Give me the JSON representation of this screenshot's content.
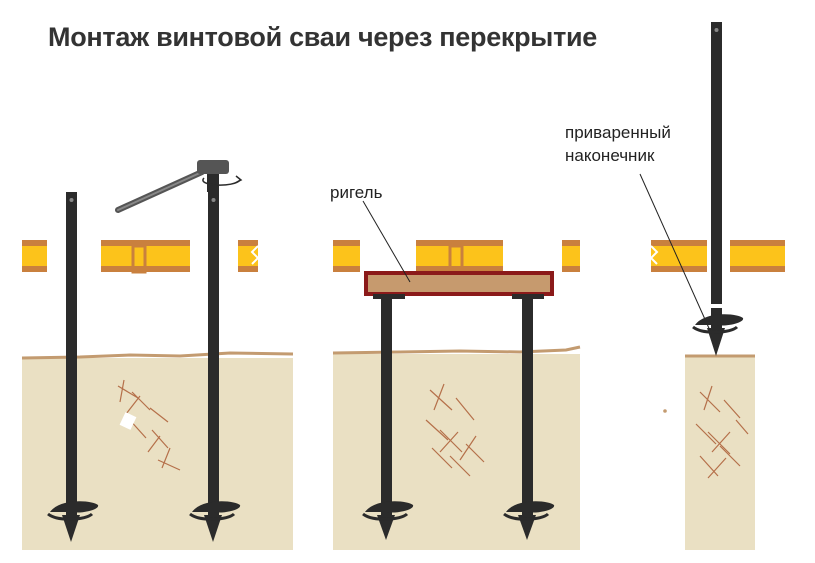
{
  "title": "Монтаж винтовой сваи через перекрытие",
  "labels": {
    "rigel": "ригель",
    "welded_tip_line1": "приваренный",
    "welded_tip_line2": "наконечник"
  },
  "colors": {
    "soil": "#eae0c3",
    "ground_line": "#c39b70",
    "floor_yellow": "#fcc31b",
    "floor_brown": "#c9803e",
    "beam_fill": "#c69a6e",
    "beam_border": "#8b1a1a",
    "pile": "#2b2b2b",
    "crack": "#b5704a"
  }
}
